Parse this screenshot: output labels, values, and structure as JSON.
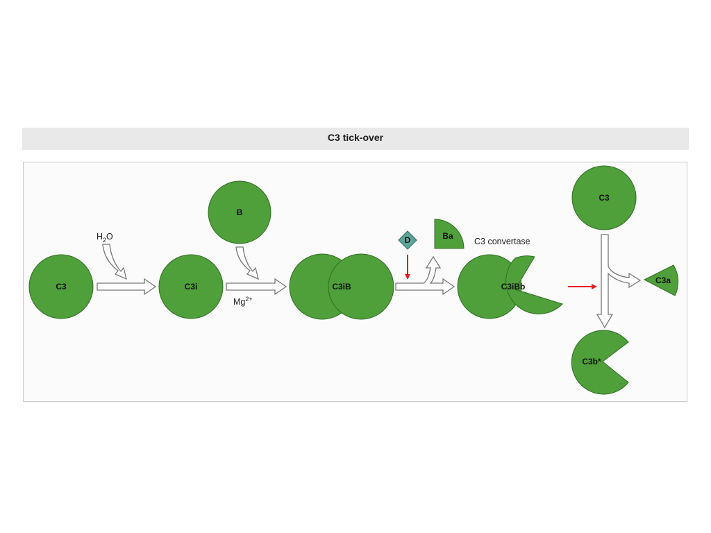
{
  "title": "C3 tick-over",
  "colors": {
    "molecule_fill": "#4f9f3a",
    "molecule_stroke": "#2f6e24",
    "factor_d_fill": "#5aa69a",
    "enzyme_arrow": "#e02020",
    "flow_arrow_stroke": "#777777",
    "flow_arrow_fill": "#ffffff"
  },
  "molecules": {
    "c3_start": "C3",
    "c3i": "C3i",
    "factor_b": "B",
    "c3ib": "C3iB",
    "factor_d": "D",
    "ba": "Ba",
    "c3ibb": "C3iBb",
    "c3_substrate": "C3",
    "c3a": "C3a",
    "c3b": "C3b*"
  },
  "labels": {
    "water": "H",
    "water_sub": "2",
    "water_tail": "O",
    "magnesium": "Mg",
    "magnesium_sup": "2+",
    "convertase": "C3 convertase"
  }
}
